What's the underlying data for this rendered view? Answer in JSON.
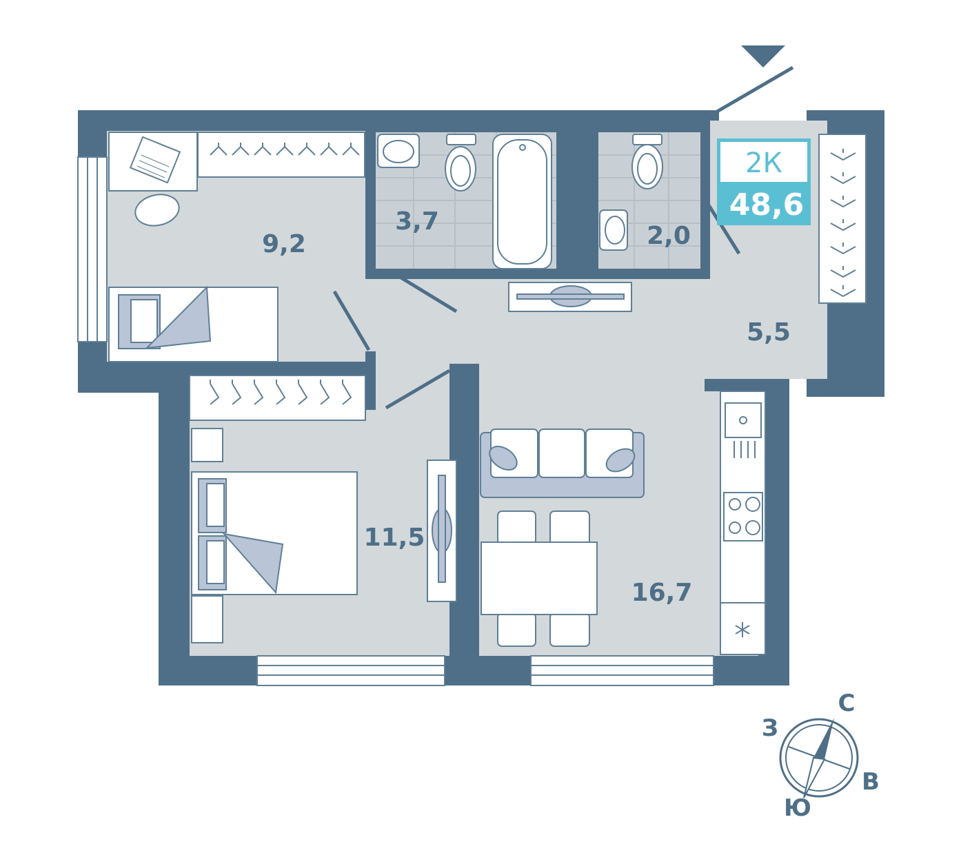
{
  "apartment": {
    "type": "2К",
    "total_area": "48,6"
  },
  "rooms": [
    {
      "id": "bedroom-small",
      "area": "9,2"
    },
    {
      "id": "bathroom",
      "area": "3,7"
    },
    {
      "id": "toilet",
      "area": "2,0"
    },
    {
      "id": "hallway",
      "area": "5,5"
    },
    {
      "id": "bedroom-large",
      "area": "11,5"
    },
    {
      "id": "kitchen-living",
      "area": "16,7"
    }
  ],
  "compass": {
    "north": "С",
    "west": "З",
    "east": "В",
    "south": "Ю"
  },
  "colors": {
    "wall": "#4e6f87",
    "floor": "#d3d8db",
    "tile_floor": "#c9d0d5",
    "furniture_stroke": "#5f7f96",
    "furniture_fill": "#ffffff",
    "accent_fill": "#b9c4d6",
    "badge": "#5bbfd4"
  },
  "icons": {
    "entrance": "entrance-arrow-icon",
    "snowflake": "snowflake-icon",
    "compass": "compass-icon"
  }
}
